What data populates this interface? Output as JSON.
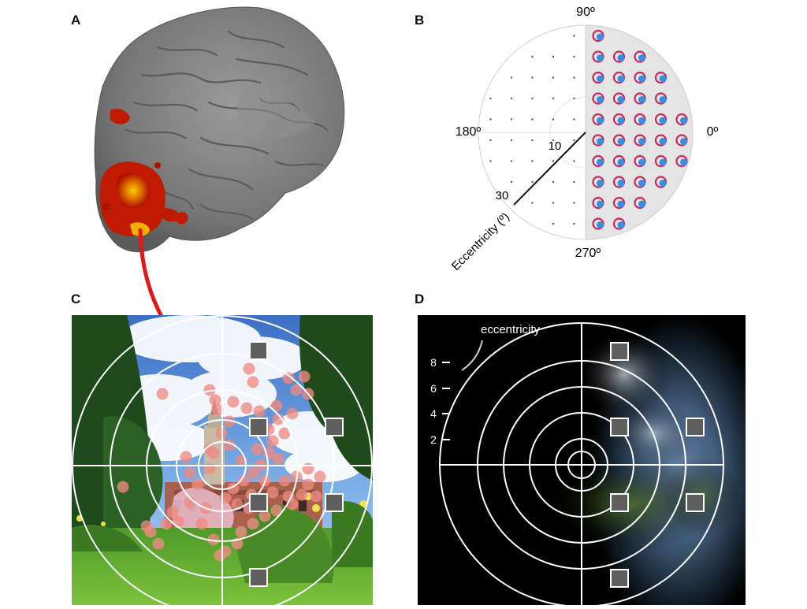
{
  "panels": {
    "a": {
      "letter": "A"
    },
    "b": {
      "letter": "B",
      "angle_labels": [
        "90º",
        "180º",
        "0º",
        "270º"
      ],
      "ecc_ticks": [
        "10",
        "30"
      ],
      "ecc_axis_label": "Eccentricity (º)"
    },
    "c": {
      "letter": "C"
    },
    "d": {
      "letter": "D",
      "annotation": "eccentricity",
      "ecc_ticks": [
        "8",
        "6",
        "4",
        "2"
      ]
    }
  },
  "colors": {
    "brain": "#7d7d7d",
    "activation_red": "#cc1a00",
    "activation_yellow": "#f0c000",
    "arrow": "#e01818",
    "pink_ring": "#c8285a",
    "blue_dot": "#3a8ee0",
    "gray_region": "#e4e4e4",
    "salmon_dot": "#f08a82",
    "probe_square": "#5e5e5e"
  }
}
